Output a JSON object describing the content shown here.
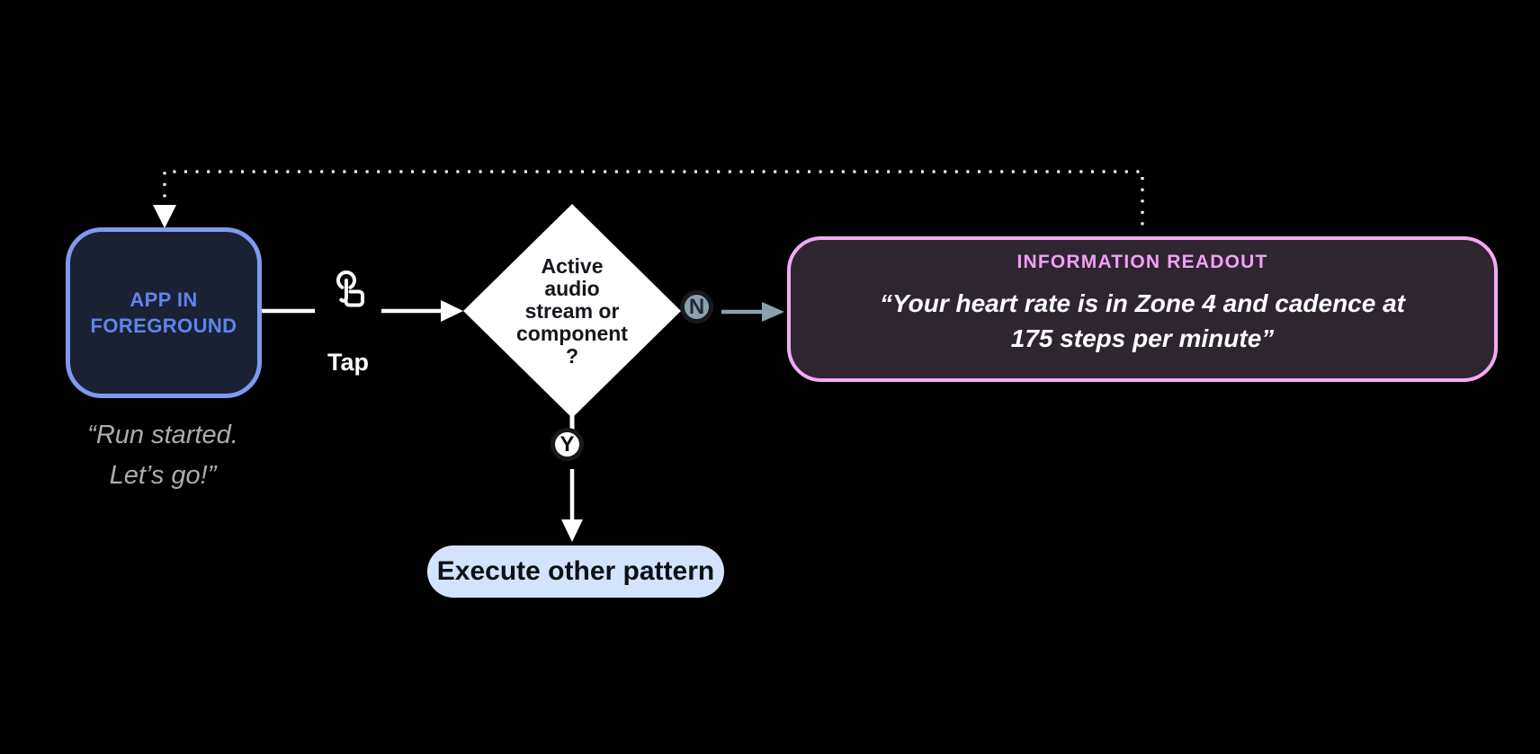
{
  "app_node": {
    "label": "APP IN\nFOREGROUND",
    "caption": "“Run started.\nLet’s go!”"
  },
  "tap_gesture": {
    "label": "Tap",
    "icon": "tap-icon"
  },
  "decision_node": {
    "label": "Active\naudio\nstream or\ncomponent\n?"
  },
  "branches": {
    "no_label": "N",
    "yes_label": "Y"
  },
  "readout_node": {
    "title": "INFORMATION READOUT",
    "quote": "“Your heart rate is in Zone 4 and cadence at\n175 steps per minute”"
  },
  "action_node": {
    "label": "Execute other pattern"
  },
  "colors": {
    "background": "#000000",
    "wire": "#ffffff",
    "app_border": "#7e9af0",
    "app_fill": "#192133",
    "app_text": "#6183ee",
    "caption_text": "#a9adb2",
    "decision_fill": "#ffffff",
    "decision_text": "#14171c",
    "branch_no_fill": "#8ba2ae",
    "branch_no_text": "#1f2831",
    "branch_yes_fill": "#ffffff",
    "branch_yes_text": "#111111",
    "readout_border": "#f1abf2",
    "readout_fill": "#2e2531",
    "readout_title": "#f1a1f3",
    "readout_text": "#ffffff",
    "action_fill": "#d4e3fd",
    "action_text": "#0d1015"
  }
}
